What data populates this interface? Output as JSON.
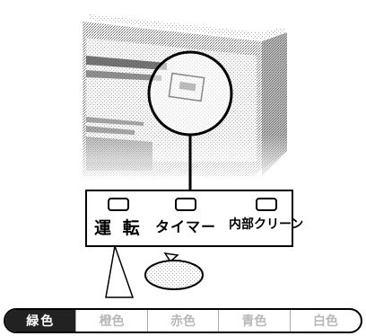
{
  "panel": {
    "indicators": [
      {
        "label": "運 転",
        "lamp": "off"
      },
      {
        "label": "タイマー",
        "lamp": "off"
      },
      {
        "label": "内部クリーン",
        "lamp": "off"
      }
    ]
  },
  "color_strip": {
    "selected": "緑色",
    "tabs": [
      {
        "label": "緑色",
        "active": true
      },
      {
        "label": "橙色",
        "active": false
      },
      {
        "label": "赤色",
        "active": false
      },
      {
        "label": "青色",
        "active": false
      },
      {
        "label": "白色",
        "active": false
      }
    ]
  },
  "colors": {
    "active_tab_bg": "#222222",
    "inactive_tab_text": "#b8b8b8",
    "outline": "#000000",
    "dither_dark": "#7a7a7a",
    "dither_light": "#d0d0d0"
  },
  "icons": [
    "air-conditioner-unit",
    "magnifier-circle",
    "callout-bubble",
    "pointer-arrow"
  ]
}
